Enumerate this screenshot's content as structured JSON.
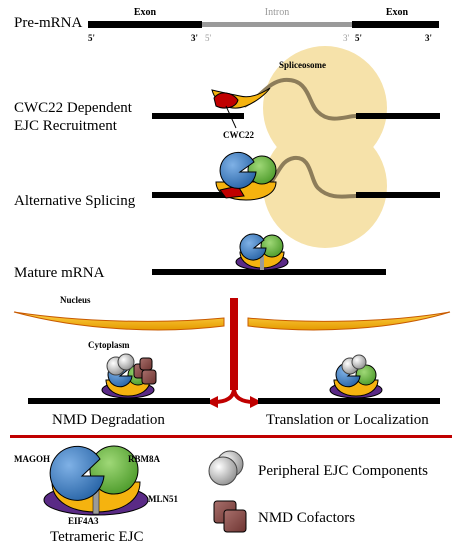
{
  "premrna": {
    "label": "Pre-mRNA",
    "exon1": "Exon",
    "intron": "Intron",
    "exon2": "Exon",
    "exon1_5": "5'",
    "exon1_3": "3'",
    "intron_5": "5'",
    "intron_3": "3'",
    "exon2_5": "5'",
    "exon2_3": "3'"
  },
  "rows": {
    "recruitment_line1": "CWC22 Dependent",
    "recruitment_line2": "EJC Recruitment",
    "spliceosome": "Spliceosome",
    "cwc22": "CWC22",
    "alt_splicing": "Alternative Splicing",
    "mature": "Mature mRNA",
    "nucleus": "Nucleus",
    "cytoplasm": "Cytoplasm",
    "nmd": "NMD Degradation",
    "translation": "Translation or Localization"
  },
  "legend": {
    "magoh": "MAGOH",
    "rbm8a": "RBM8A",
    "mln51": "MLN51",
    "eif4a3": "EIF4A3",
    "tetrameric": "Tetrameric EJC",
    "peripheral": "Peripheral EJC Components",
    "nmd_cofactors": "NMD Cofactors"
  },
  "colors": {
    "exon": "#000000",
    "intron": "#999999",
    "spliceosome": "#f6e2aa",
    "ejc_blue": "#3f80c4",
    "ejc_green": "#6ab641",
    "ejc_yellow": "#f5b30f",
    "ejc_purple": "#5a2a86",
    "cwc22": "#c00000",
    "arrow_red": "#c00000",
    "membrane_fill": "#f5b30f",
    "membrane_edge": "#c85a00",
    "peripheral_gray": "#9a9a9a",
    "nmd_brown": "#8a4a45"
  }
}
